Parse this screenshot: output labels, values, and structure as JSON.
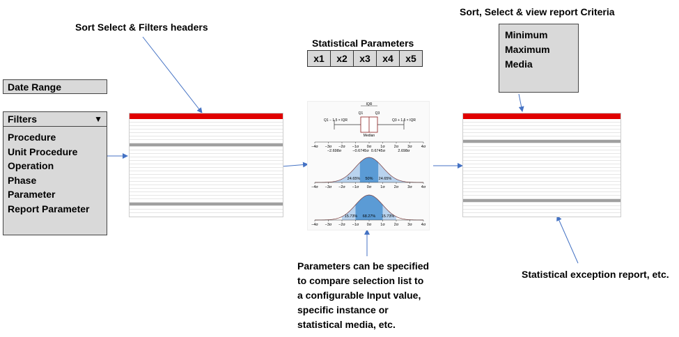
{
  "labels": {
    "sort_select_filters": "Sort Select & Filters headers",
    "statistical_parameters": "Statistical Parameters",
    "criteria_title": "Sort, Select & view report Criteria",
    "exception_report": "Statistical exception report, etc."
  },
  "date_range": "Date Range",
  "filters": {
    "title": "Filters",
    "items": [
      "Procedure",
      "Unit Procedure",
      "Operation",
      "Phase",
      "Parameter",
      "Report Parameter"
    ]
  },
  "parameters": [
    "x1",
    "x2",
    "x3",
    "x4",
    "x5"
  ],
  "criteria": [
    "Minimum",
    "Maximum",
    "Media"
  ],
  "params_note": [
    "Parameters can be specified",
    "to compare selection list to",
    "a configurable Input value,",
    "specific instance or",
    "statistical media, etc."
  ],
  "stats_figure": {
    "iqr": "IQR",
    "q1": "Q1",
    "q3": "Q3",
    "median": "Median",
    "lower_whisker": "Q1 − 1.5 × IQR",
    "upper_whisker": "Q3 + 1.5 × IQR",
    "sigma_ticks": [
      "−4σ",
      "−3σ",
      "−2σ",
      "−1σ",
      "0σ",
      "1σ",
      "2σ",
      "3σ",
      "4σ"
    ],
    "marks": [
      "−2.698σ",
      "−0.6745σ",
      "0.6745σ",
      "2.698σ"
    ],
    "pct_mid": [
      "24.65%",
      "50%",
      "24.65%"
    ],
    "pct_bottom": [
      "15.73%",
      "68.27%",
      "15.73%"
    ]
  },
  "colors": {
    "table_header": "#e00000",
    "arrow": "#4472c4",
    "panel": "#d9d9d9",
    "curve_fill": "#5b9bd5"
  }
}
